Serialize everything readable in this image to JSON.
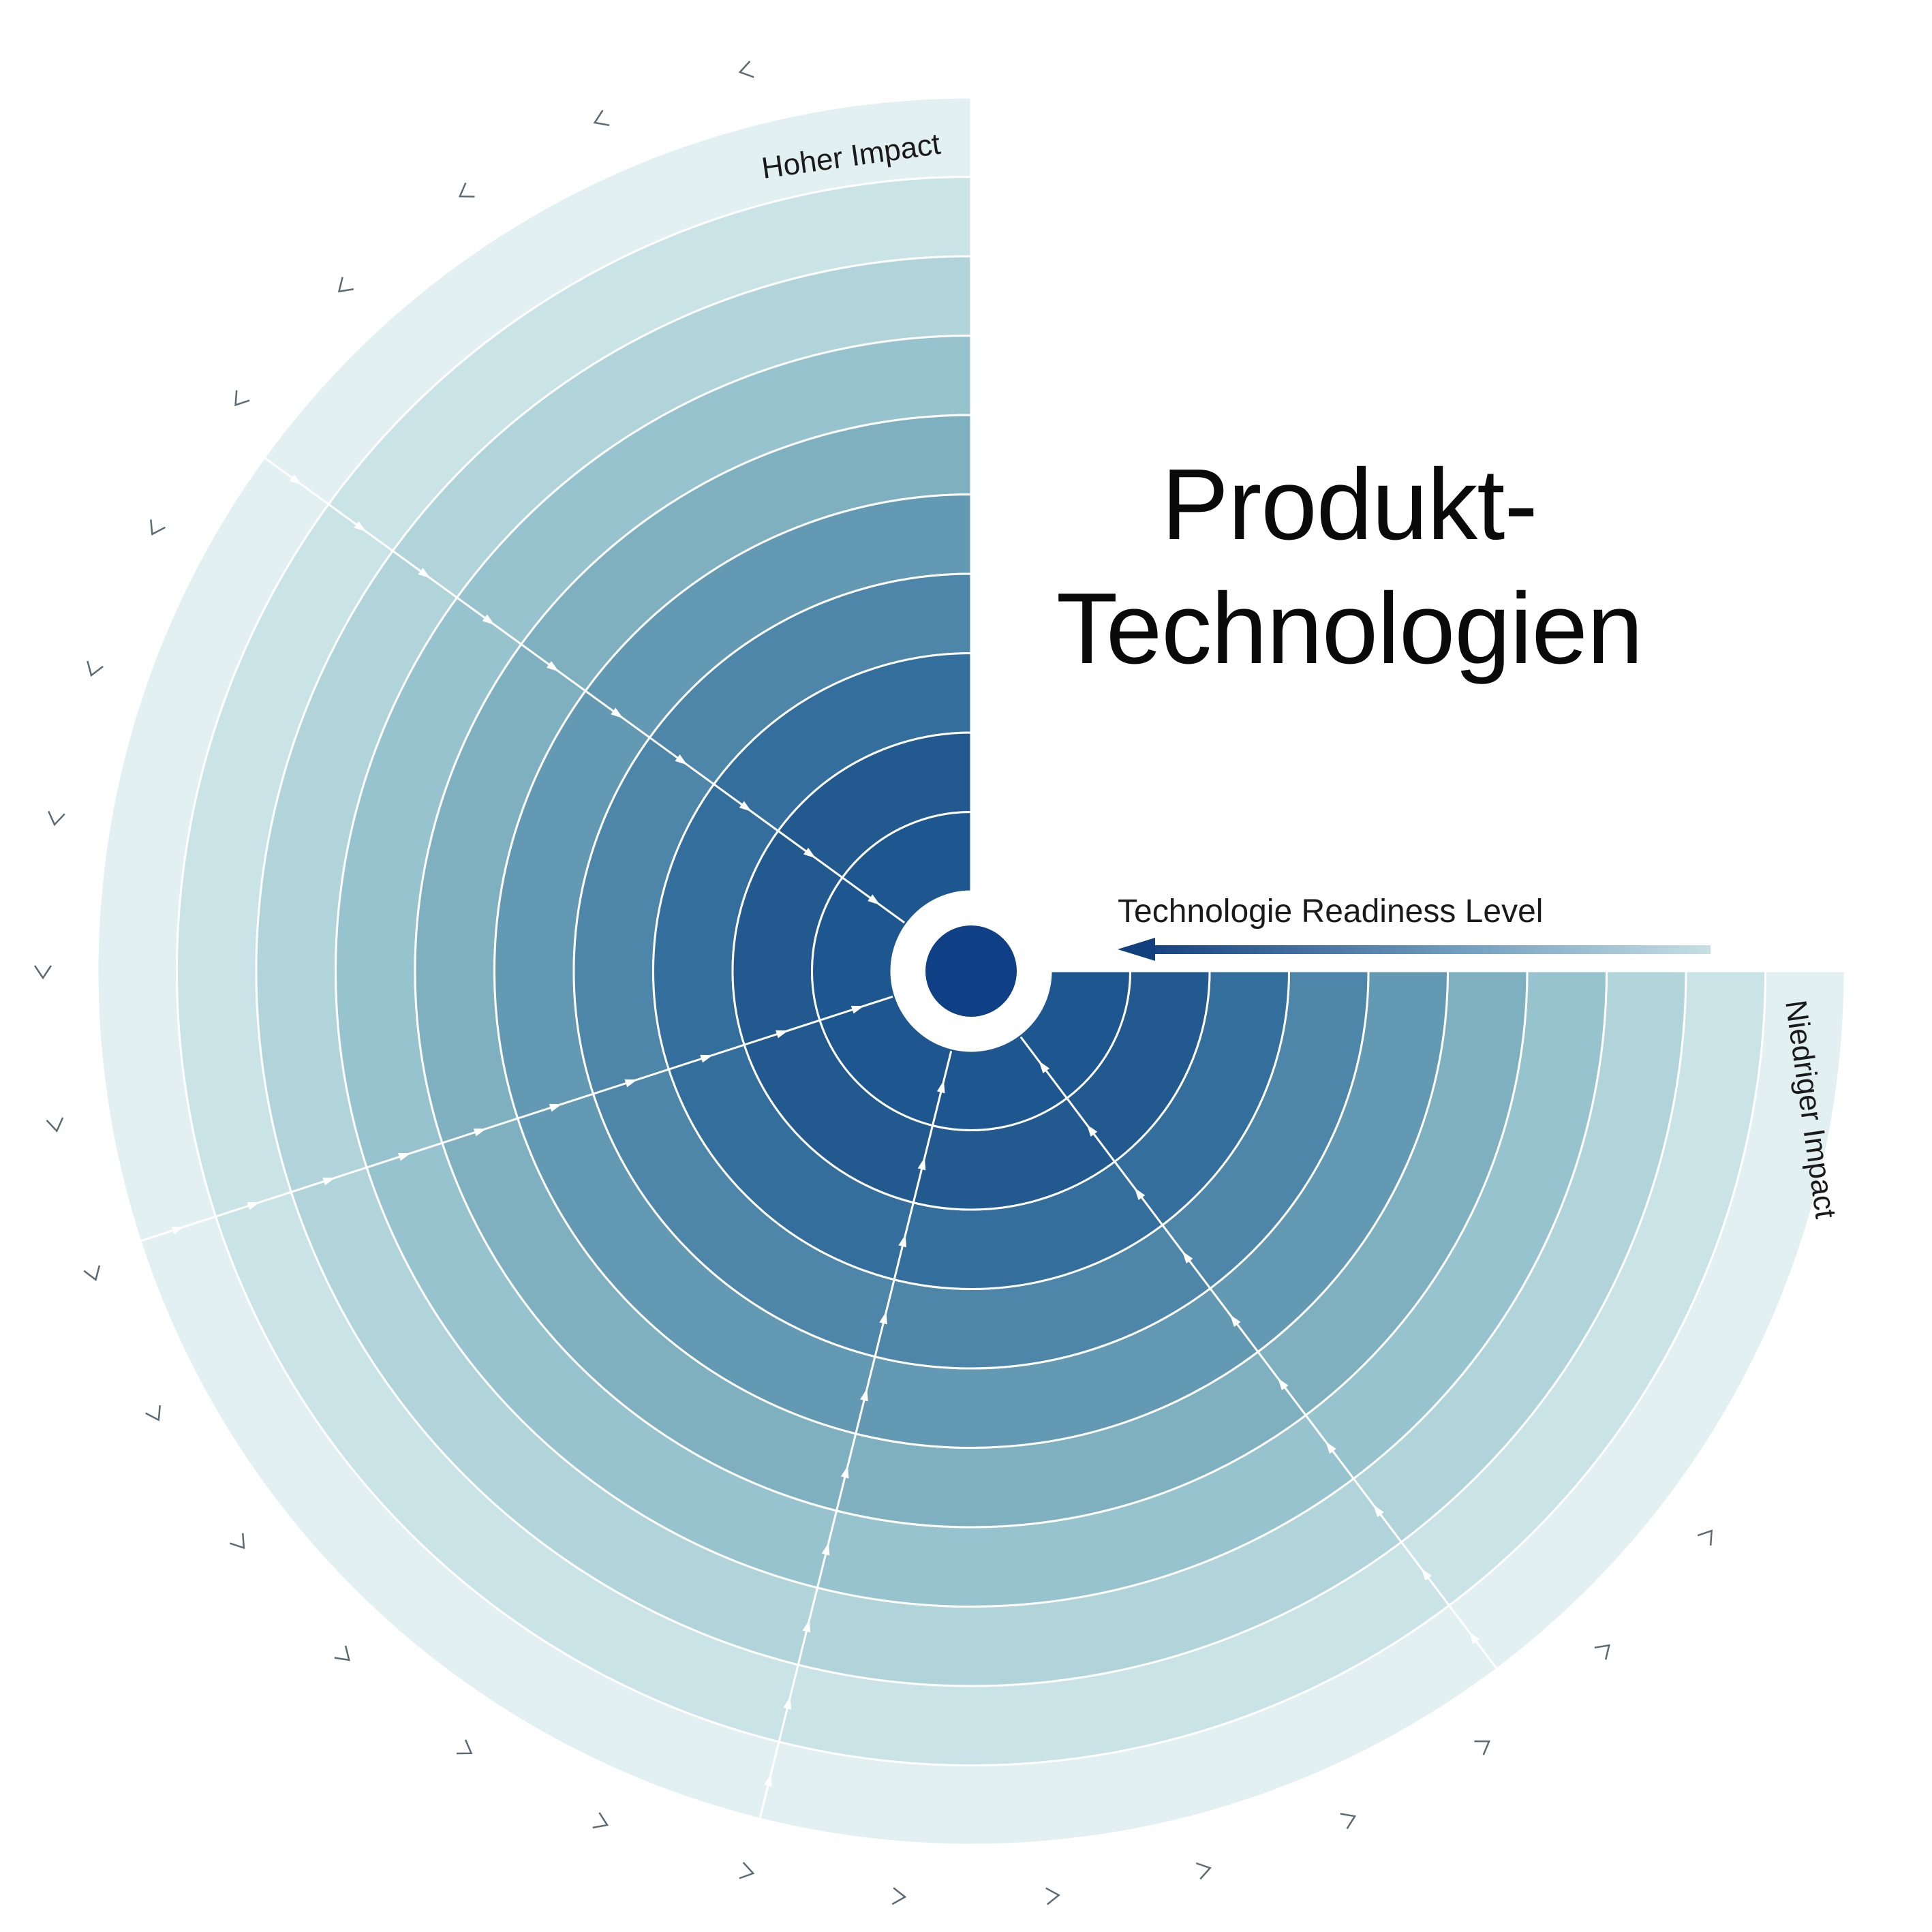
{
  "title": {
    "line1": "Produkt-",
    "line2": "Technologien"
  },
  "labels": {
    "high_impact": "Hoher Impact",
    "low_impact": "Niedriger Impact",
    "trl": "Technologie Readiness Level"
  },
  "radar": {
    "ring_count": 10,
    "ring_colors": [
      "#1e5790",
      "#22598f",
      "#346e9c",
      "#4d86a8",
      "#6399b3",
      "#7fb0c0",
      "#96c3ce",
      "#b0d4da",
      "#c9e3e6",
      "#e2f0f1"
    ],
    "center_color": "#0f3f84",
    "divider_color": "#ffffff",
    "spoke_count": 4,
    "chevron_color": "#5c6b73"
  }
}
